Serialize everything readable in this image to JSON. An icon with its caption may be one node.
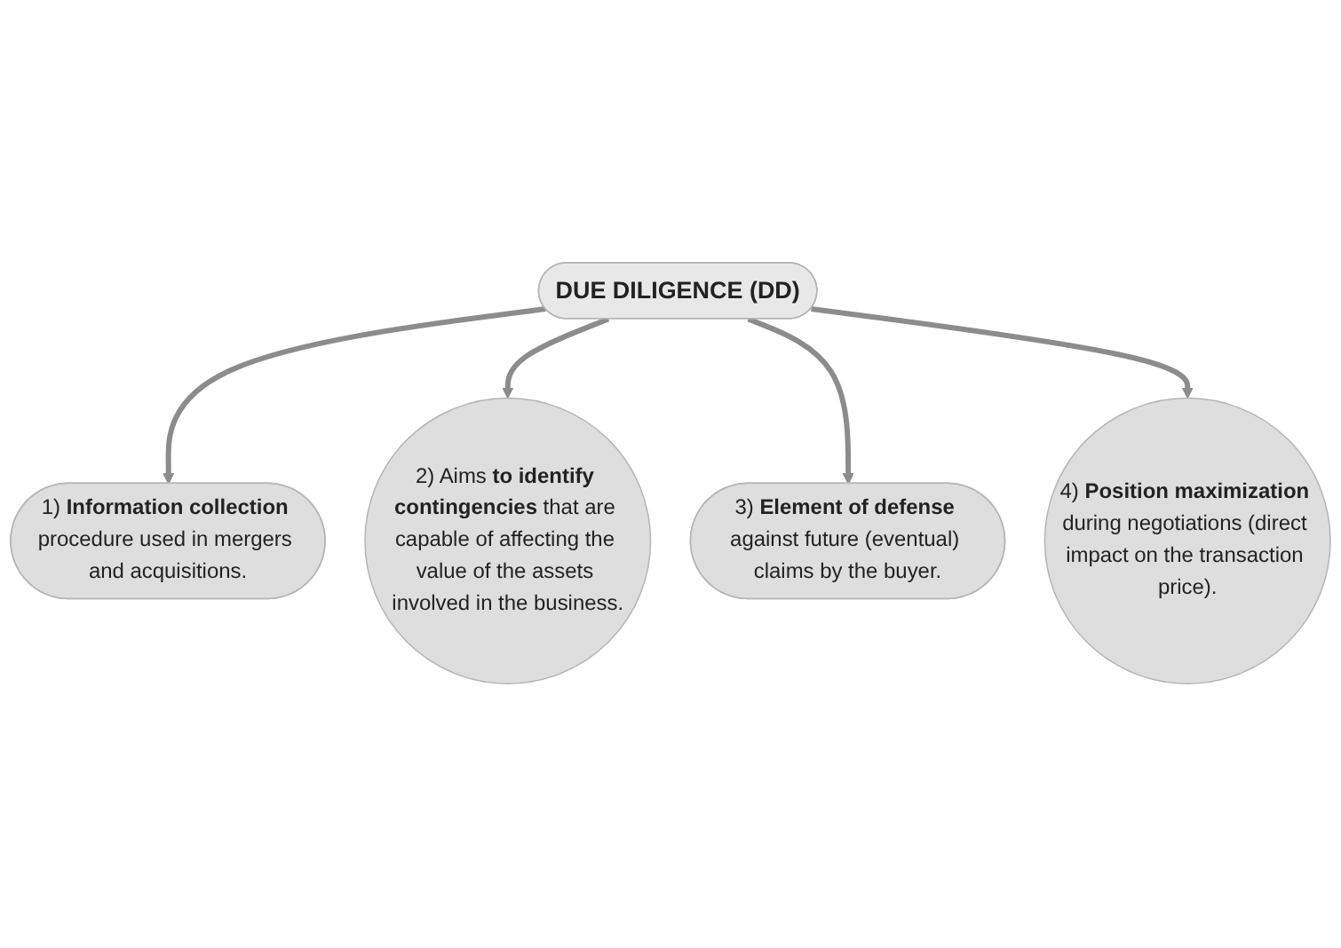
{
  "diagram": {
    "nodes": [
      {
        "text": [
          "1) **Information collection** procedure used in mergers and acquisitions."
        ]
      },
      {
        "text": [
          "4) **Position maximization** during negotiations (direct impact on the transaction price)."
        ]
      },
      {
        "text": [
          "DUE DILIGENCE (DD)"
        ]
      },
      {
        "text": [
          "2) Aims **to identify contingencies** that are capable of affecting the value of the assets involved in the business."
        ]
      },
      {
        "text": [
          "3) **Element of defense** against future (eventual) claims by the buyer."
        ]
      }
    ],
    "edges": [
      {
        "from": 2,
        "to": 0,
        "arrow": "to"
      },
      {
        "from": 2,
        "to": 3,
        "arrow": "to"
      },
      {
        "from": 2,
        "to": 4,
        "arrow": "to"
      },
      {
        "from": 2,
        "to": 1,
        "arrow": "to"
      }
    ]
  }
}
